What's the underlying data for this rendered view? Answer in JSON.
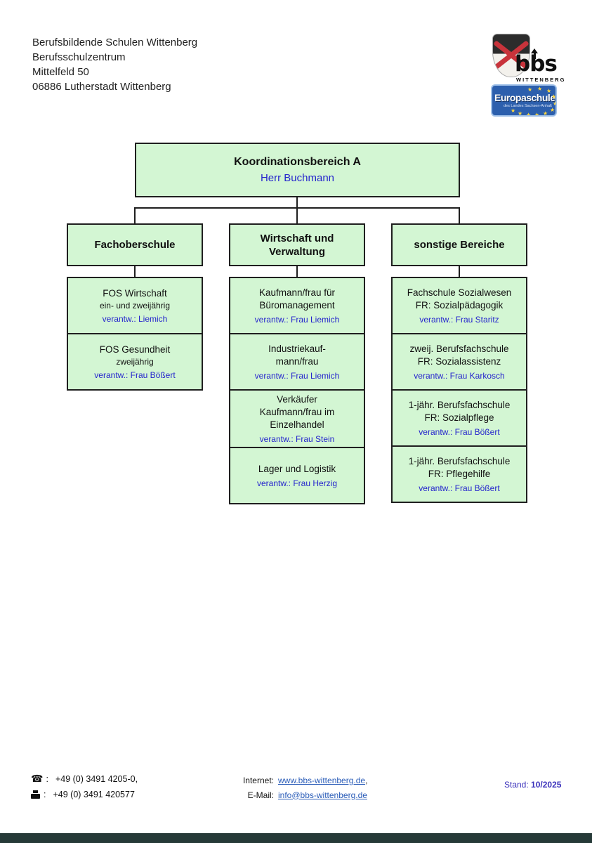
{
  "page": {
    "address": [
      "Berufsbildende Schulen Wittenberg",
      "Berufsschulzentrum",
      "Mittelfeld 50",
      "06886 Lutherstadt Wittenberg"
    ],
    "logo": {
      "bbs": "bbs",
      "city": "WITTENBERG",
      "europaschule": "Europaschule",
      "europaschule_sub": "des Landes Sachsen-Anhalt",
      "star": "★"
    },
    "footer": {
      "phone_icon": "☎",
      "colon": ":",
      "phone": "+49 (0) 3491 4205-0,",
      "fax": "+49 (0) 3491 420577",
      "internet_label": "Internet:",
      "internet_link": "www.bbs-wittenberg.de",
      "internet_suffix": ",",
      "email_label": "E-Mail:",
      "email_link": "info@bbs-wittenberg.de",
      "stand_label": "Stand:",
      "stand_value": "10/2025"
    }
  },
  "chart": {
    "root": {
      "title": "Koordinationsbereich A",
      "person": "Herr Buchmann"
    },
    "columns": [
      {
        "header": "Fachoberschule",
        "boxes": [
          {
            "lines": [
              "FOS Wirtschaft"
            ],
            "sub": "ein- und zweijährig",
            "verantw": "verantw.: Liemich"
          },
          {
            "lines": [
              "FOS Gesundheit"
            ],
            "sub": "zweijährig",
            "verantw": "verantw.: Frau Bößert"
          }
        ]
      },
      {
        "header": "Wirtschaft und Verwaltung",
        "boxes": [
          {
            "lines": [
              "Kaufmann/frau für",
              "Büromanagement"
            ],
            "verantw": "verantw.: Frau Liemich"
          },
          {
            "lines": [
              "Industriekauf-",
              "mann/frau"
            ],
            "verantw": "verantw.: Frau Liemich"
          },
          {
            "lines": [
              "Verkäufer",
              "Kaufmann/frau im",
              "Einzelhandel"
            ],
            "verantw": "verantw.: Frau Stein"
          },
          {
            "lines": [
              "Lager und Logistik"
            ],
            "verantw": "verantw.: Frau Herzig"
          }
        ]
      },
      {
        "header": "sonstige Bereiche",
        "boxes": [
          {
            "lines": [
              "Fachschule Sozialwesen",
              "FR: Sozialpädagogik"
            ],
            "verantw": "verantw.: Frau Staritz"
          },
          {
            "lines": [
              "zweij. Berufsfachschule",
              "FR: Sozialassistenz"
            ],
            "verantw": "verantw.: Frau Karkosch"
          },
          {
            "lines": [
              "1-jähr. Berufsfachschule",
              "FR: Sozialpflege"
            ],
            "verantw": "verantw.: Frau Bößert"
          },
          {
            "lines": [
              "1-jähr. Berufsfachschule",
              "FR: Pflegehilfe"
            ],
            "verantw": "verantw.: Frau Bößert"
          }
        ]
      }
    ]
  },
  "colors": {
    "box_fill": "#d3f6d3",
    "box_border": "#1f1f1f",
    "chart_blue": "#2525cd",
    "link_blue": "#2a5cb8",
    "stand_blue": "#3a31bb",
    "badge_blue": "#2c5fad",
    "star_yellow": "#ffd83d",
    "sword_red": "#c8333b",
    "bottom_bar": "#263a38"
  }
}
